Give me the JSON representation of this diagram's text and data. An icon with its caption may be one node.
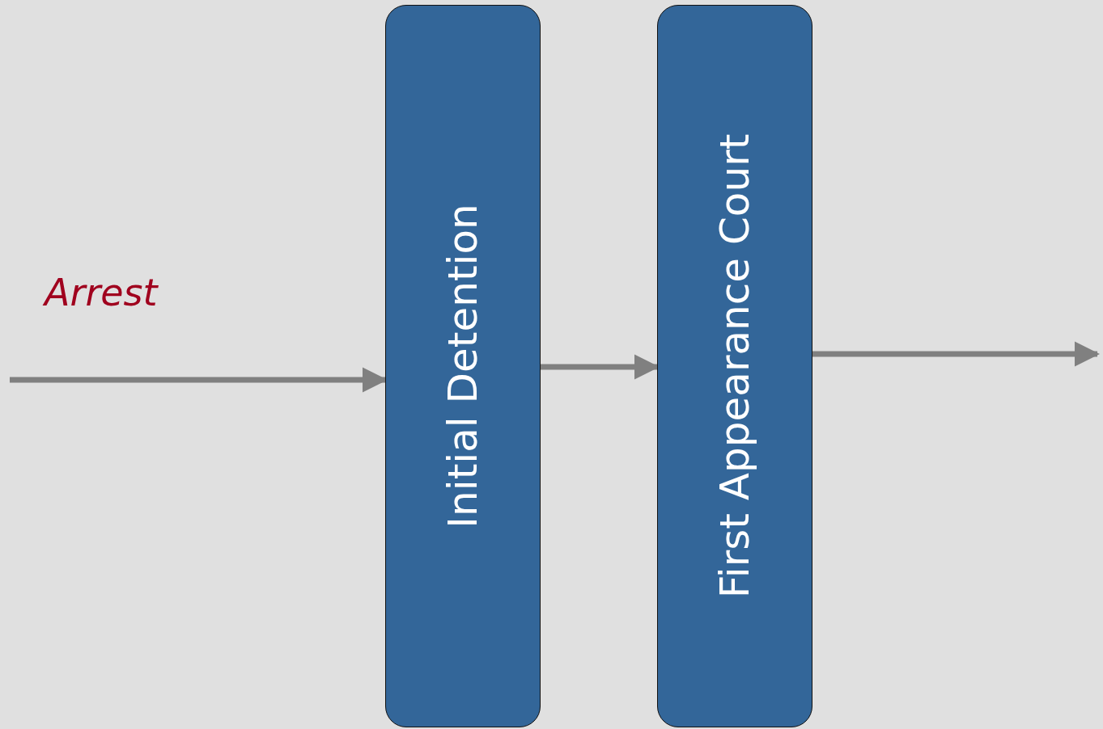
{
  "diagram": {
    "nodes": [
      {
        "text": [
          "Initial Detention"
        ]
      },
      {
        "text": [
          "First Appearance Court"
        ]
      }
    ],
    "edges": [
      {
        "from": null,
        "to": 0,
        "arrow": "to",
        "label": "Arrest"
      },
      {
        "from": 0,
        "to": 1,
        "arrow": "to"
      },
      {
        "from": 1,
        "to": null,
        "arrow": "to"
      }
    ]
  }
}
